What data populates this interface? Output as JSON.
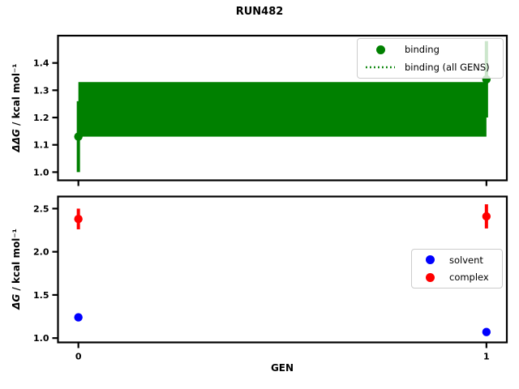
{
  "title": "RUN482",
  "labels": {
    "xlabel": "GEN",
    "top_ylabel_term": "ΔΔG",
    "top_ylabel_units": " / kcal mol⁻¹",
    "bottom_ylabel_term": "ΔG",
    "bottom_ylabel_units": " / kcal mol⁻¹"
  },
  "colors": {
    "binding": "#008000",
    "band": "#008000",
    "solvent": "#0000ff",
    "complex": "#ff0000",
    "axis": "#000000",
    "legend_border": "#cccccc"
  },
  "chart_data": [
    {
      "type": "scatter",
      "panel": "top",
      "title": "RUN482",
      "ylabel": "ΔΔG / kcal mol⁻¹",
      "xlabel": "",
      "xlim": [
        -0.05,
        1.05
      ],
      "ylim": [
        0.97,
        1.5
      ],
      "yticks": [
        1.0,
        1.1,
        1.2,
        1.3,
        1.4
      ],
      "yticklabels": [
        "1.0",
        "1.1",
        "1.2",
        "1.3",
        "1.4"
      ],
      "xticks": [
        0,
        1
      ],
      "xticklabels": [
        "",
        ""
      ],
      "grid": false,
      "band": {
        "name": "binding (all GENS)",
        "x": [
          0,
          1
        ],
        "lo": 1.13,
        "hi": 1.33,
        "center": 1.23,
        "color": "#008000",
        "line_style": "dotted"
      },
      "series": [
        {
          "name": "binding",
          "color": "#008000",
          "marker": "circle",
          "x": [
            0,
            1
          ],
          "y": [
            1.13,
            1.34
          ],
          "yerr": [
            0.13,
            0.14
          ]
        }
      ],
      "legend": {
        "position": "upper right",
        "items": [
          {
            "label": "binding",
            "glyph": "dot",
            "color": "#008000"
          },
          {
            "label": "binding (all GENS)",
            "glyph": "dotted-line",
            "color": "#008000"
          }
        ]
      }
    },
    {
      "type": "scatter",
      "panel": "bottom",
      "ylabel": "ΔG / kcal mol⁻¹",
      "xlabel": "GEN",
      "xlim": [
        -0.05,
        1.05
      ],
      "ylim": [
        0.95,
        2.64
      ],
      "yticks": [
        1.0,
        1.5,
        2.0,
        2.5
      ],
      "yticklabels": [
        "1.0",
        "1.5",
        "2.0",
        "2.5"
      ],
      "xticks": [
        0,
        1
      ],
      "xticklabels": [
        "0",
        "1"
      ],
      "grid": false,
      "series": [
        {
          "name": "solvent",
          "color": "#0000ff",
          "marker": "circle",
          "x": [
            0,
            1
          ],
          "y": [
            1.24,
            1.07
          ],
          "yerr": [
            0.02,
            0.02
          ]
        },
        {
          "name": "complex",
          "color": "#ff0000",
          "marker": "circle",
          "x": [
            0,
            1
          ],
          "y": [
            2.38,
            2.41
          ],
          "yerr": [
            0.12,
            0.14
          ]
        }
      ],
      "legend": {
        "position": "center right",
        "items": [
          {
            "label": "solvent",
            "glyph": "dot",
            "color": "#0000ff"
          },
          {
            "label": "complex",
            "glyph": "dot",
            "color": "#ff0000"
          }
        ]
      }
    }
  ]
}
